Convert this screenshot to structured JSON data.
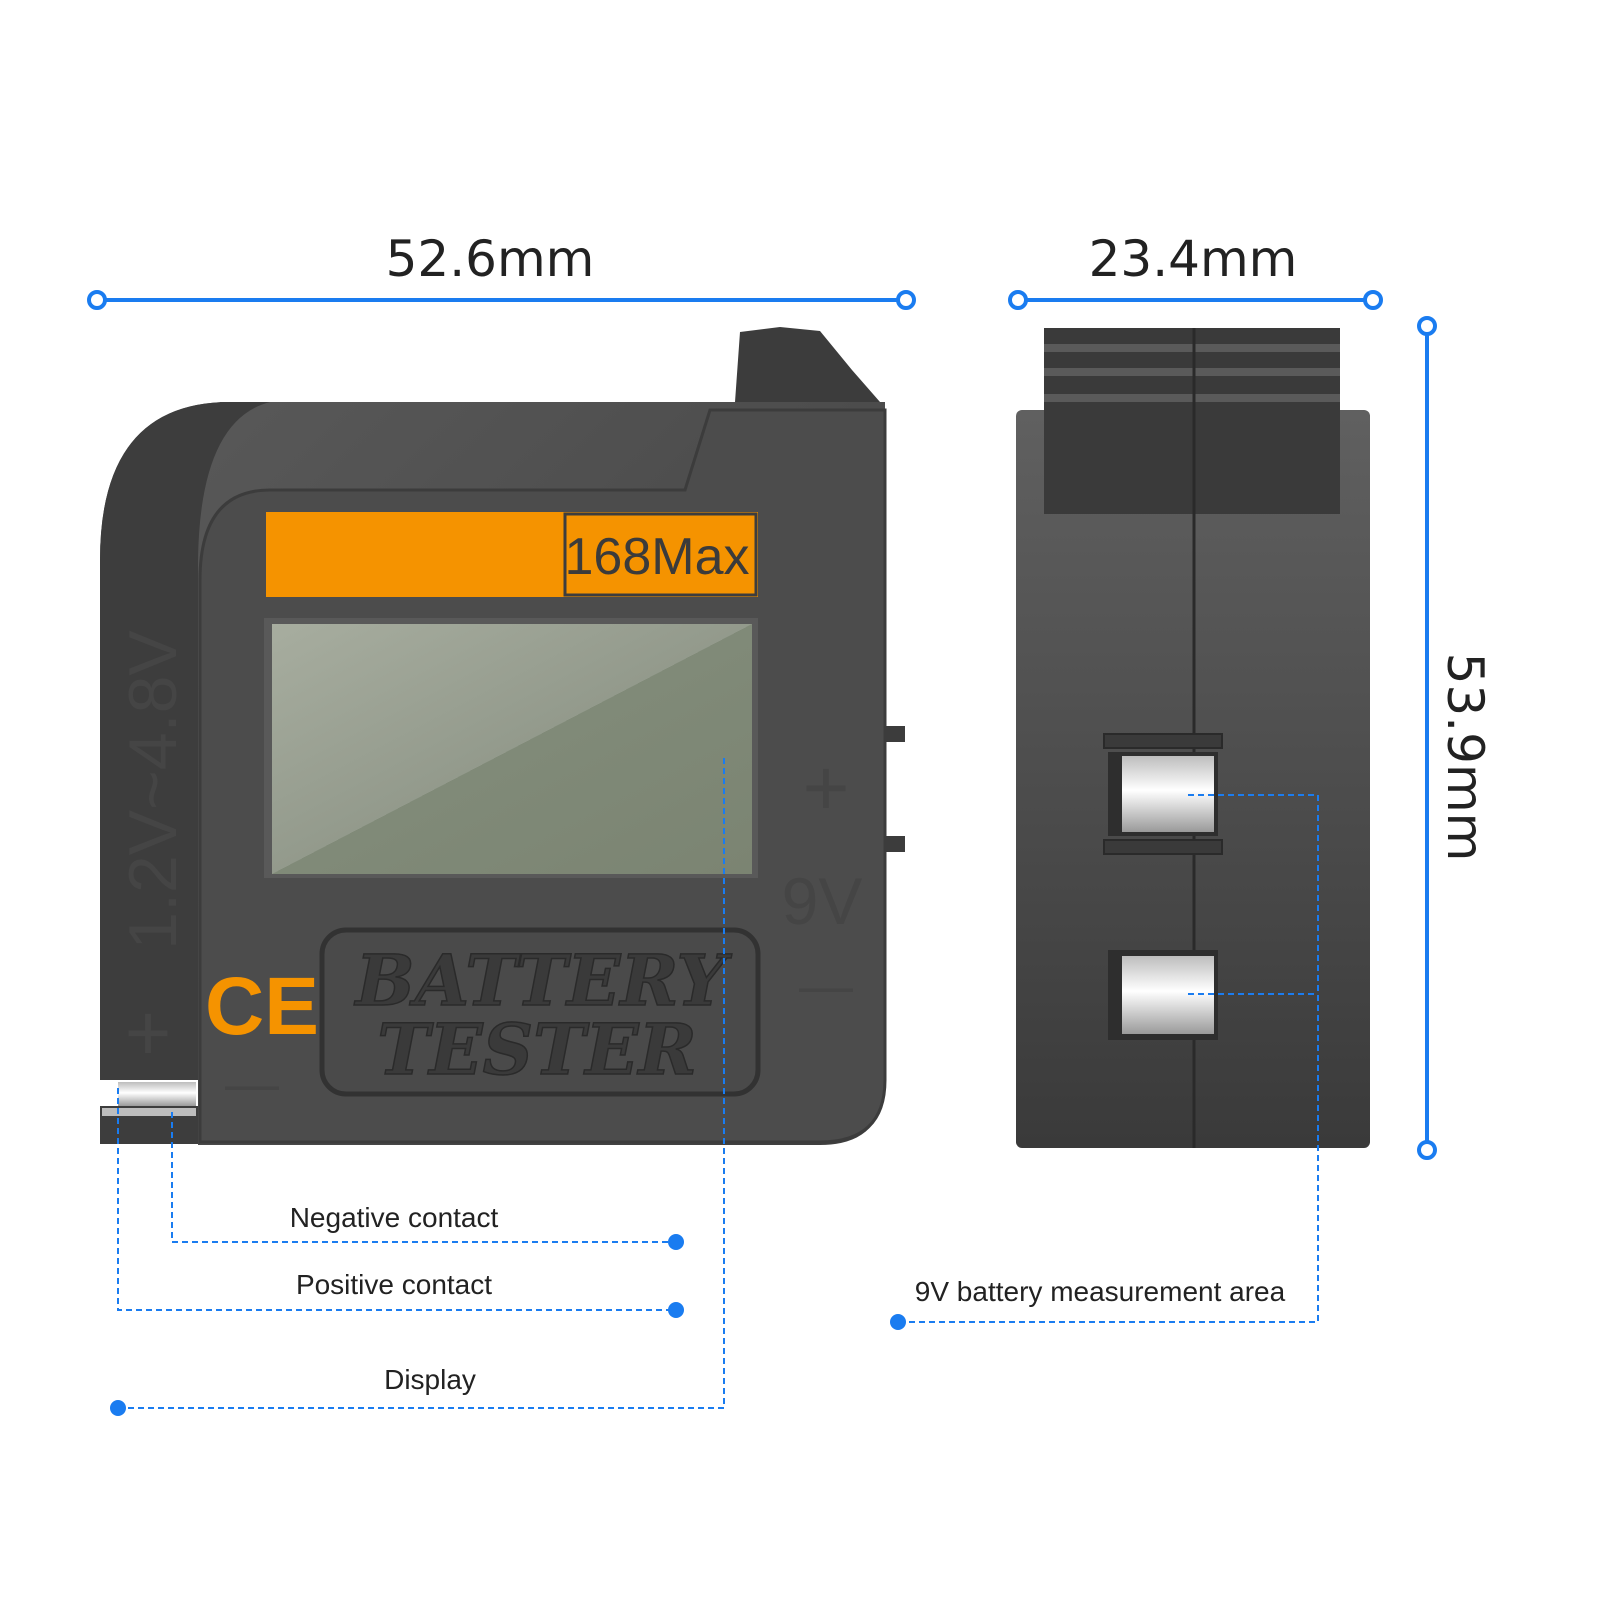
{
  "dimensions": {
    "width": "52.6mm",
    "depth": "23.4mm",
    "height": "53.9mm"
  },
  "front_panel": {
    "badge_label": "168Max",
    "brand_line1": "BATTERY",
    "brand_line2": "TESTER",
    "ce_mark": "CE",
    "range_label": "1.2V~4.8V",
    "plus_symbol": "+",
    "minus_symbol": "—",
    "nine_volt_label": "9V",
    "nine_volt_plus": "+",
    "nine_volt_minus": "—"
  },
  "callouts": {
    "negative_contact": "Negative contact",
    "positive_contact": "Positive contact",
    "display": "Display",
    "nine_volt_area": "9V battery measurement area"
  },
  "colors": {
    "accent_orange": "#f59300",
    "measure_blue": "#1a7cf0",
    "body_gray": "#4a4a4a",
    "lcd_green": "#8e978a"
  }
}
